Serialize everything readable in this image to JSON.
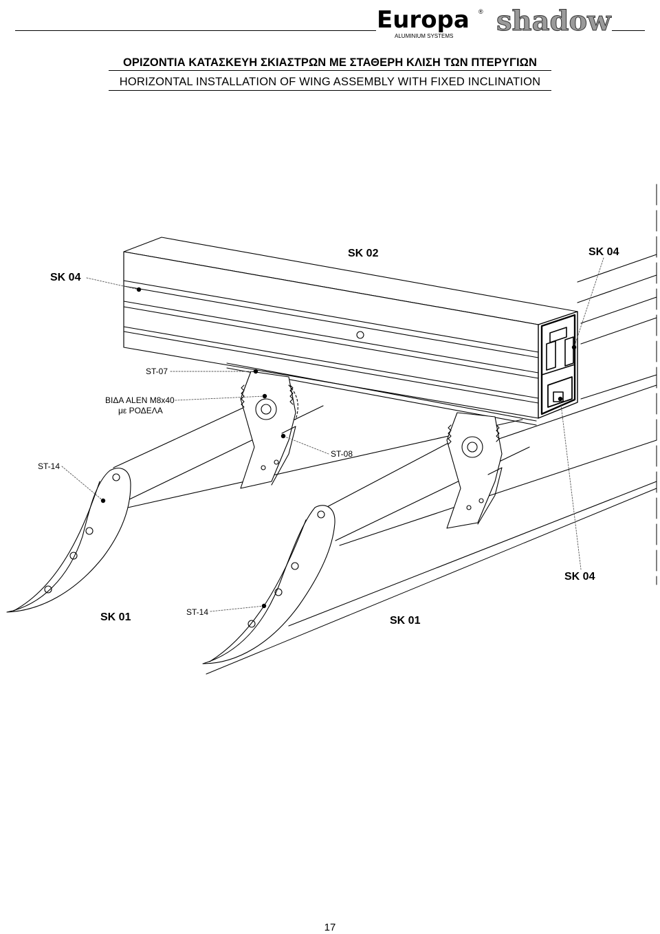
{
  "header": {
    "brand": "Europa",
    "brand_sub": "ALUMINIUM SYSTEMS",
    "product": "shadow",
    "registered_mark": "®"
  },
  "title": {
    "greek": "ΟΡΙΖΟΝΤΙΑ ΚΑΤΑΣΚΕΥΗ ΣΚΙΑΣΤΡΩΝ ΜΕ ΣΤΑΘΕΡΗ ΚΛΙΣΗ ΤΩΝ ΠΤΕΡΥΓΙΩΝ",
    "english": "HORIZONTAL INSTALLATION OF WING ASSEMBLY WITH FIXED INCLINATION"
  },
  "labels": {
    "sk02": "SK 02",
    "sk04_top_right": "SK 04",
    "sk04_left": "SK 04",
    "st07": "ST-07",
    "screw_line1": "ΒΙΔΑ ALEN M8x40",
    "screw_line2": "με ΡΟΔΕΛΑ",
    "st08": "ST-08",
    "st14_left": "ST-14",
    "st14_bottom": "ST-14",
    "sk04_bottom_right": "SK 04",
    "sk01_left": "SK 01",
    "sk01_right": "SK 01"
  },
  "page": {
    "number": "17"
  },
  "colors": {
    "line": "#000000",
    "leader": "#555555",
    "background": "#ffffff"
  }
}
